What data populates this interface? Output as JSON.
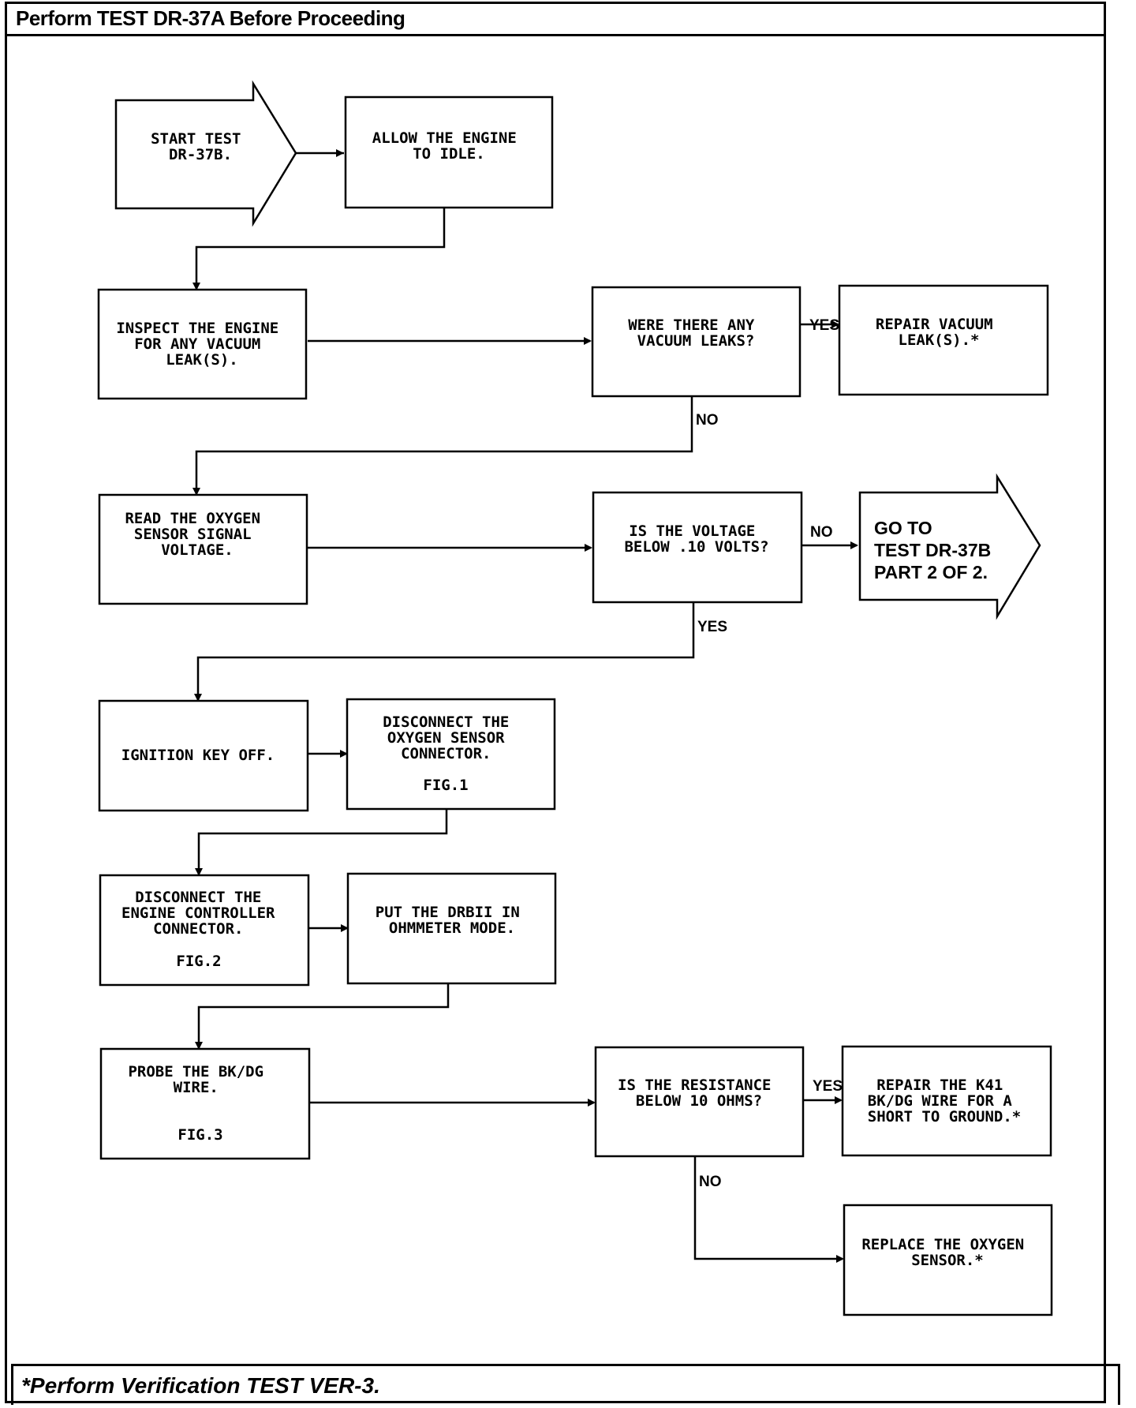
{
  "header": {
    "title": "Perform TEST DR-37A Before Proceeding"
  },
  "footer": {
    "note": "*Perform Verification TEST VER-3."
  },
  "nodes": {
    "start": [
      "START TEST",
      "DR-37B."
    ],
    "idle": [
      "ALLOW THE ENGINE",
      "TO IDLE."
    ],
    "inspect": [
      "INSPECT THE ENGINE",
      "FOR ANY VACUUM",
      "LEAK(S)."
    ],
    "vacuum_q": [
      "WERE THERE ANY",
      "VACUUM LEAKS?"
    ],
    "repair_vacuum": [
      "REPAIR VACUUM",
      "LEAK(S).*"
    ],
    "read_o2": [
      "READ THE OXYGEN",
      "SENSOR SIGNAL",
      "VOLTAGE."
    ],
    "voltage_q": [
      "IS THE VOLTAGE",
      "BELOW .10 VOLTS?"
    ],
    "goto": [
      "GO TO",
      "TEST DR-37B",
      "PART 2 OF 2."
    ],
    "key_off": [
      "IGNITION KEY OFF."
    ],
    "disc_o2": [
      "DISCONNECT THE",
      "OXYGEN SENSOR",
      "CONNECTOR.",
      "FIG.1"
    ],
    "disc_ecu": [
      "DISCONNECT THE",
      "ENGINE CONTROLLER",
      "CONNECTOR.",
      "FIG.2"
    ],
    "ohmmeter": [
      "PUT THE DRBII IN",
      "OHMMETER MODE."
    ],
    "probe": [
      "PROBE THE BK/DG",
      "WIRE.",
      "FIG.3"
    ],
    "resist_q": [
      "IS THE RESISTANCE",
      "BELOW 10 OHMS?"
    ],
    "repair_k41": [
      "REPAIR THE K41",
      "BK/DG WIRE FOR A",
      "SHORT TO GROUND.*"
    ],
    "replace_o2": [
      "REPLACE THE OXYGEN",
      "SENSOR.*"
    ]
  },
  "edge_labels": {
    "vacuum_yes": "YES",
    "vacuum_no": "NO",
    "voltage_no": "NO",
    "voltage_yes": "YES",
    "resist_yes": "YES",
    "resist_no": "NO"
  }
}
